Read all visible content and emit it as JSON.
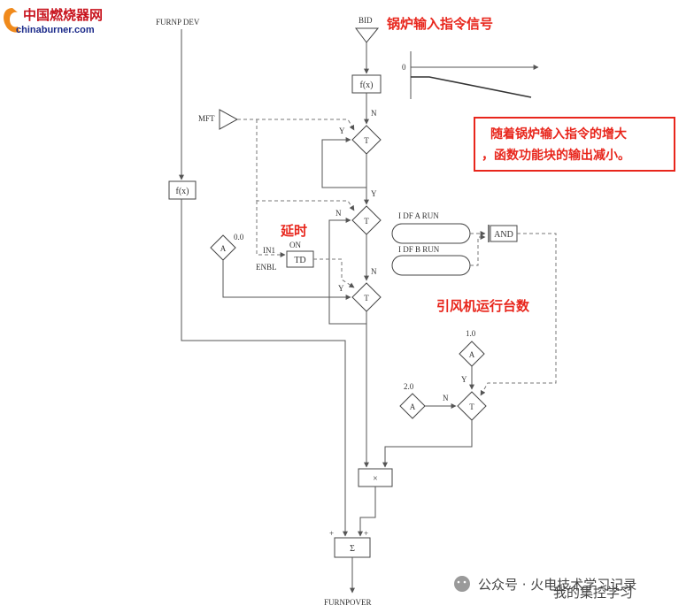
{
  "logo": {
    "cn": "中国燃烧器网",
    "en": "chinaburner.com"
  },
  "signals": {
    "furnp_dev": "FURNP DEV",
    "bid": "BID",
    "mft": "MFT",
    "const_a_top": "0.0",
    "idf_a_run": "I DF A RUN",
    "idf_b_run": "I DF B RUN",
    "const_one": "1.0",
    "const_two": "2.0",
    "furnpover": "FURNPOVER"
  },
  "blocks": {
    "fx": "f(x)",
    "transfer": "T",
    "analog": "A",
    "and": "AND",
    "td": "TD",
    "multiply": "×",
    "sum": "Σ"
  },
  "pin_labels": {
    "n": "N",
    "y": "Y",
    "in1": "IN1",
    "on": "ON",
    "enbl": "ENBL",
    "plus": "+",
    "zero": "0"
  },
  "annotations": {
    "boiler_input": "锅炉输入指令信号",
    "delay": "延时",
    "fan_count": "引风机运行台数",
    "note_line1": "随着锅炉输入指令的增大",
    "note_line2": "，函数功能块的输出减小。"
  },
  "watermark": {
    "text": "公众号 · 火电技术学习记录",
    "overlay": "我的集控学习"
  },
  "colors": {
    "annotation": "#e8261c",
    "diagram": "#444444"
  }
}
